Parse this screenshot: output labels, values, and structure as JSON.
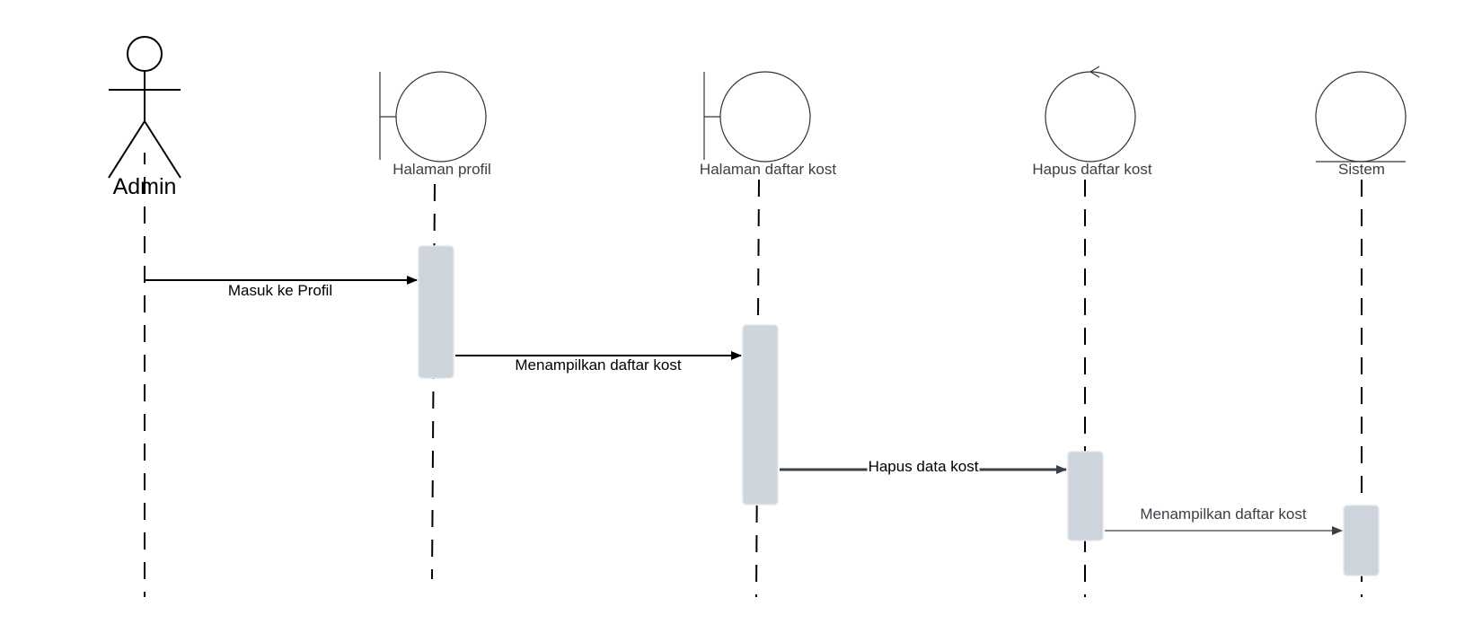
{
  "actor": {
    "name": "Admin"
  },
  "participants": [
    {
      "id": "halaman-profil",
      "name": "Halaman profil",
      "kind": "boundary"
    },
    {
      "id": "halaman-daftar-kost",
      "name": "Halaman daftar kost",
      "kind": "boundary"
    },
    {
      "id": "hapus-daftar-kost",
      "name": "Hapus daftar kost",
      "kind": "control"
    },
    {
      "id": "sistem",
      "name": "Sistem",
      "kind": "entity"
    }
  ],
  "messages": [
    {
      "from": "Admin",
      "to": "Halaman profil",
      "label": "Masuk ke Profil"
    },
    {
      "from": "Halaman profil",
      "to": "Halaman daftar kost",
      "label": "Menampilkan daftar kost"
    },
    {
      "from": "Halaman daftar kost",
      "to": "Hapus daftar kost",
      "label": "Hapus data kost"
    },
    {
      "from": "Hapus daftar kost",
      "to": "Sistem",
      "label": "Menampilkan daftar kost"
    }
  ],
  "colors": {
    "activation_fill": "#ced4dc",
    "activation_stroke": "#e3e7ec",
    "line": "#000000",
    "arrow_dark": "#3a4048"
  }
}
